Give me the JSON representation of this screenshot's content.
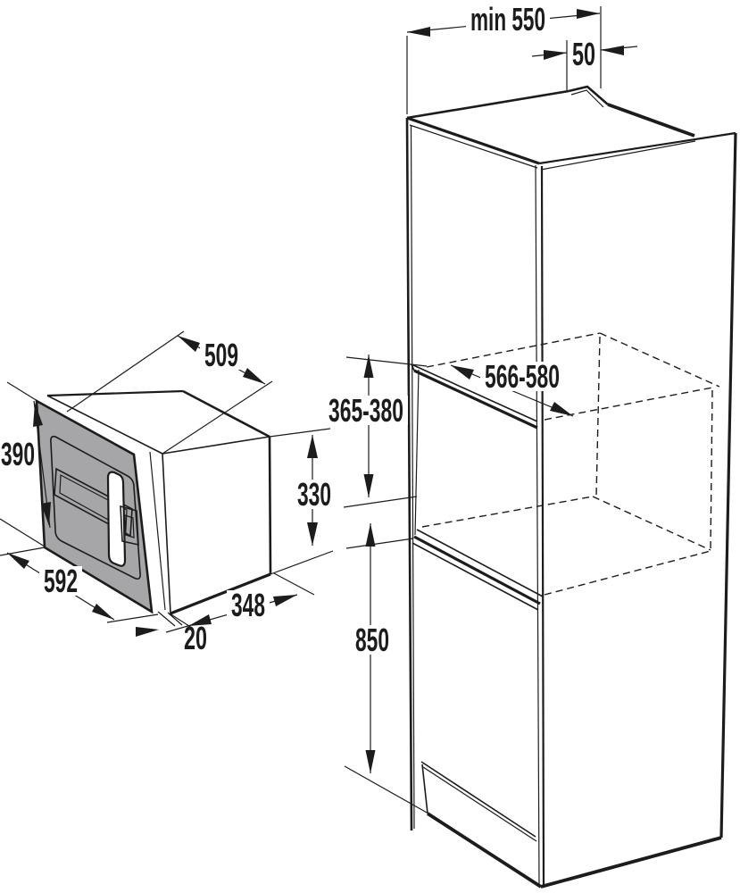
{
  "labels": {
    "cabinet_depth_min": "min 550",
    "cabinet_back_offset": "50",
    "niche_width": "566-580",
    "niche_height": "365-380",
    "base_height": "850",
    "mw_body_width": "509",
    "mw_front_height": "390",
    "mw_body_height": "330",
    "mw_front_width": "592",
    "mw_body_depth": "348",
    "mw_frame_offset": "20"
  },
  "colors": {
    "line": "#1c1c1c",
    "door_fill": "#a6a6a8",
    "background": "#ffffff"
  }
}
